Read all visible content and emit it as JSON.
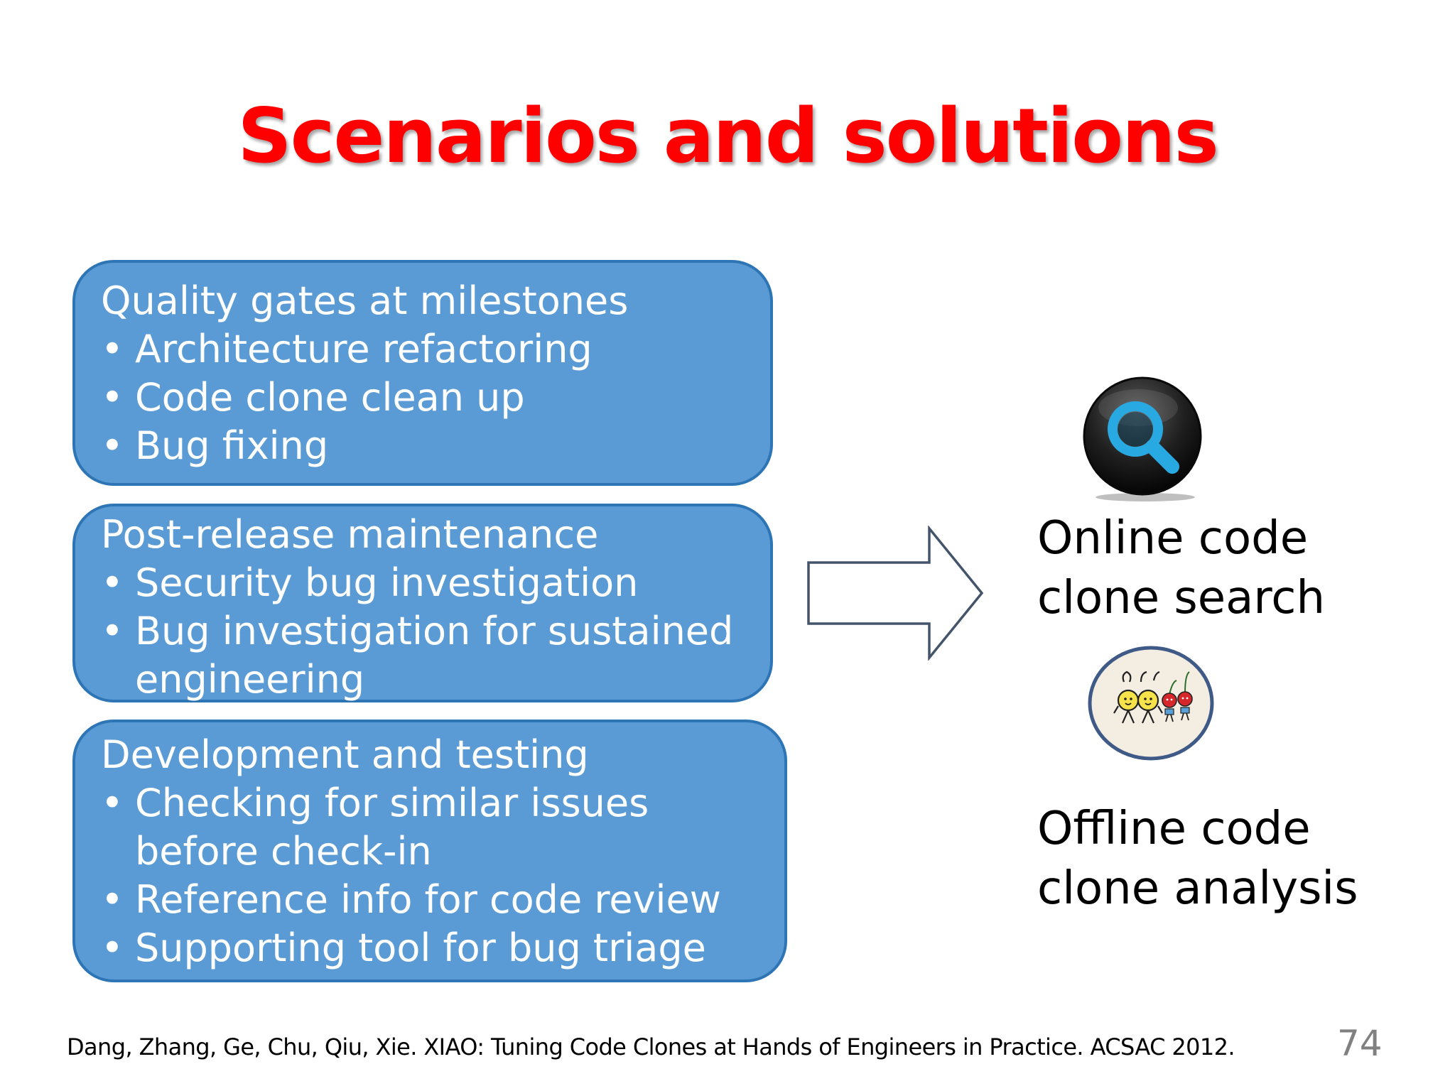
{
  "slide": {
    "title": "Scenarios and solutions",
    "scenarios": [
      {
        "heading": "Quality gates at milestones",
        "items": [
          "Architecture refactoring",
          "Code clone clean up",
          "Bug fixing"
        ]
      },
      {
        "heading": "Post-release maintenance",
        "items": [
          "Security bug investigation",
          "Bug investigation for sustained engineering"
        ]
      },
      {
        "heading": "Development and testing",
        "items": [
          "Checking for similar issues before check-in",
          "Reference info for code review",
          "Supporting tool for bug triage"
        ]
      }
    ],
    "bullet": "•",
    "solutions": {
      "online": {
        "line1": "Online code",
        "line2": "clone search",
        "icon": "magnifier-icon"
      },
      "offline": {
        "line1": "Offline code",
        "line2": "clone analysis",
        "icon": "clone-characters-icon"
      }
    },
    "citation": "Dang, Zhang, Ge, Chu, Qiu, Xie. XIAO: Tuning Code Clones at Hands of Engineers in Practice. ACSAC 2012.",
    "page_number": "74"
  },
  "colors": {
    "title": "#ff0000",
    "box_fill": "#5b9bd5",
    "box_border": "#2e75b6",
    "arrow_outline": "#44546a",
    "page_number": "#808080"
  }
}
